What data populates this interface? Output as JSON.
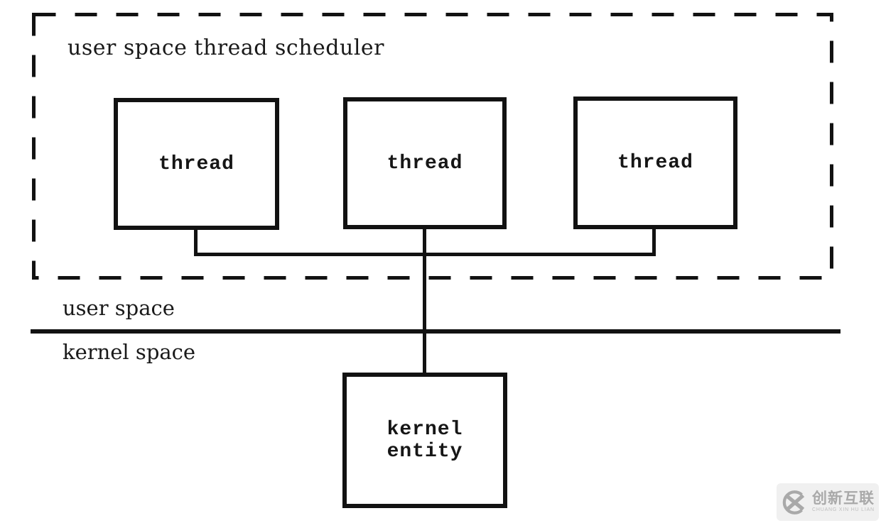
{
  "colors": {
    "line": "#121212",
    "background": "#ffffff",
    "watermark_foreground": "#a9a9a9",
    "watermark_background": "#f0f0f0"
  },
  "diagram": {
    "scheduler_label": "user space thread scheduler",
    "threads": [
      {
        "label": "thread"
      },
      {
        "label": "thread"
      },
      {
        "label": "thread"
      }
    ],
    "user_space_label": "user space",
    "kernel_space_label": "kernel space",
    "kernel_entity": {
      "line1": "kernel",
      "line2": "entity"
    }
  },
  "watermark": {
    "brand": "创新互联",
    "subtext": "CHUANG XIN HU LIAN",
    "logo_icon": "circle-x-icon"
  }
}
